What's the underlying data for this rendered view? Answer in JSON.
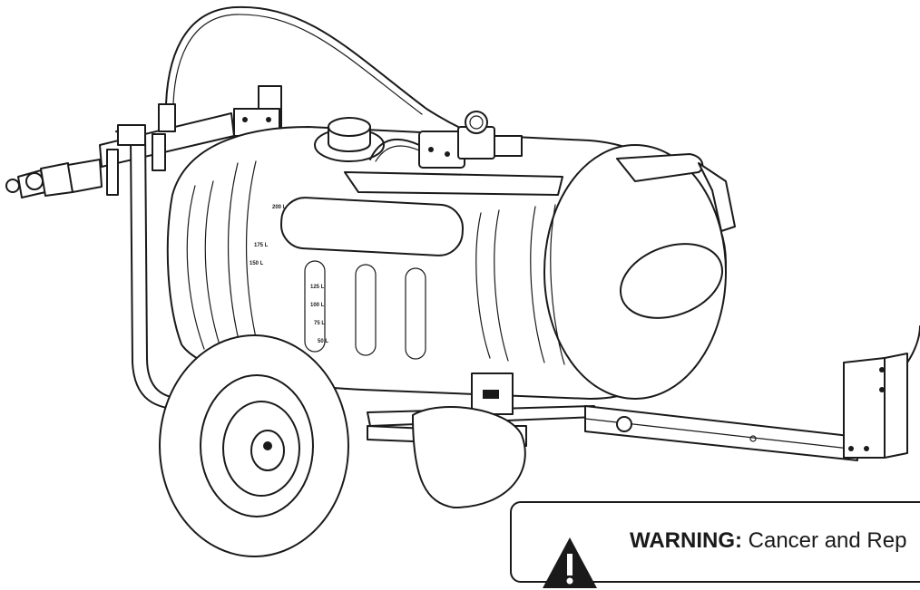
{
  "illustration": {
    "subject": "tow-behind trailer sprayer",
    "tank_labels": [
      "200 L",
      "175 L",
      "150 L",
      "125 L",
      "100 L",
      "75 L",
      "50 L"
    ]
  },
  "warning": {
    "title": "WARNING:",
    "text": "Cancer and Rep",
    "icon": "warning-triangle-icon"
  },
  "colors": {
    "line": "#1a1a1a",
    "background": "#ffffff"
  }
}
